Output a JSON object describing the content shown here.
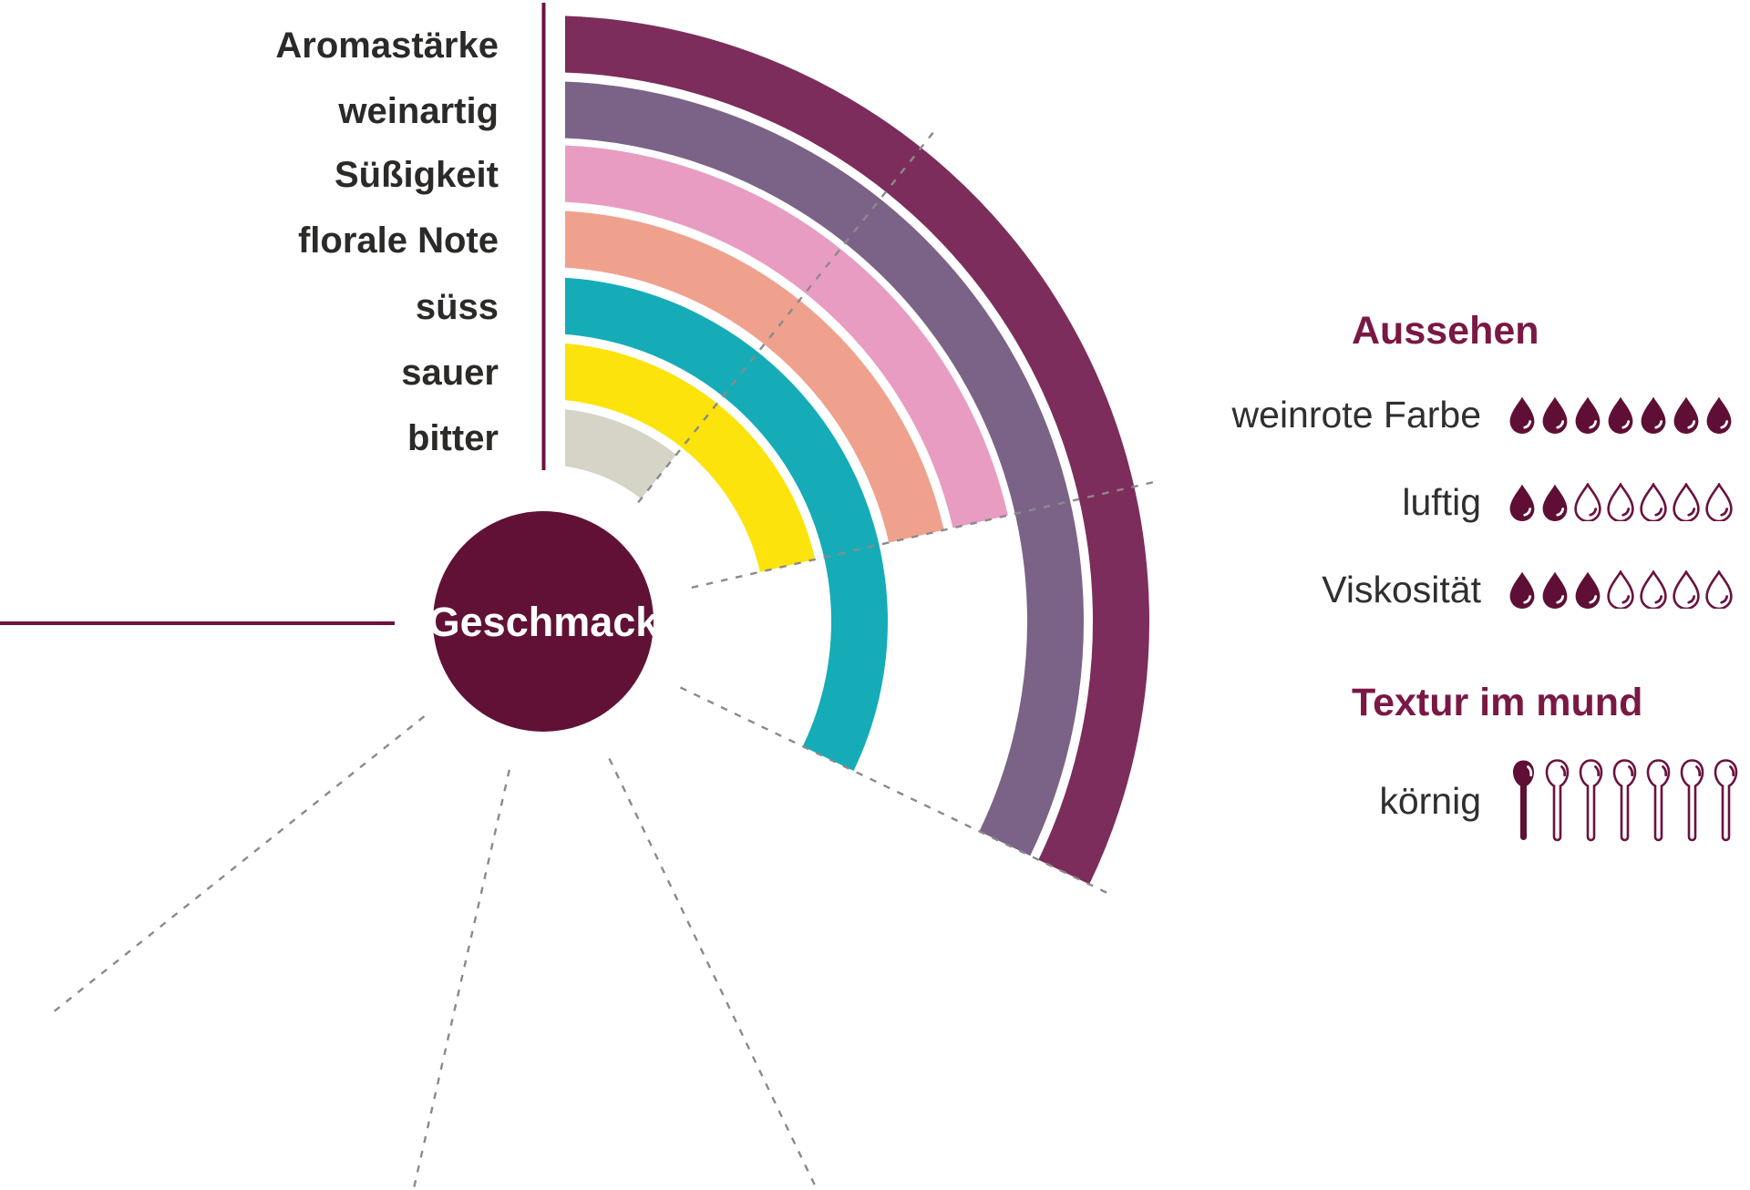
{
  "hub": {
    "label": "Geschmack"
  },
  "chart_data": [
    {
      "type": "radial_bar",
      "title": "Geschmack",
      "center_label": "Geschmack",
      "categories": [
        "Aromastärke",
        "weinartig",
        "Süßigkeit",
        "florale Note",
        "süss",
        "sauer",
        "bitter"
      ],
      "values": [
        3,
        3,
        2,
        2,
        3,
        2,
        1
      ],
      "value_scale": {
        "min": 0,
        "max": 7
      },
      "angle_per_unit_deg": 38.571,
      "full_angle_deg": 270,
      "bar_colors": [
        "#7c2d5b",
        "#7b6387",
        "#e99cc1",
        "#f0a18d",
        "#15acb8",
        "#fbe30b",
        "#d6d4c7"
      ],
      "grid": "dashed radial spokes at each unit step, solid axis line at value 0 (top), solid line at left (value 7)",
      "legend_position": "labels left of axis, one per ring"
    },
    {
      "type": "pictograph",
      "sections": [
        {
          "title": "Aussehen",
          "icon": "drop",
          "rows": [
            {
              "label": "weinrote Farbe",
              "value": 7,
              "max": 7
            },
            {
              "label": "luftig",
              "value": 2,
              "max": 7
            },
            {
              "label": "Viskosität",
              "value": 3,
              "max": 7
            }
          ]
        },
        {
          "title": "Textur im mund",
          "icon": "spoon",
          "rows": [
            {
              "label": "körnig",
              "value": 1,
              "max": 7
            }
          ]
        }
      ]
    }
  ],
  "colors": {
    "background": "#ffffff",
    "hub_fill": "#611136",
    "hub_text": "#ffffff",
    "axis_line": "#6e1041",
    "heading": "#7a1845",
    "icon_fill": "#5f0f35",
    "icon_stroke": "#6b1240",
    "category_label_text": "#2b2a28",
    "row_label_text": "#302f2e",
    "spoke_dash": "#8a8a8a"
  }
}
